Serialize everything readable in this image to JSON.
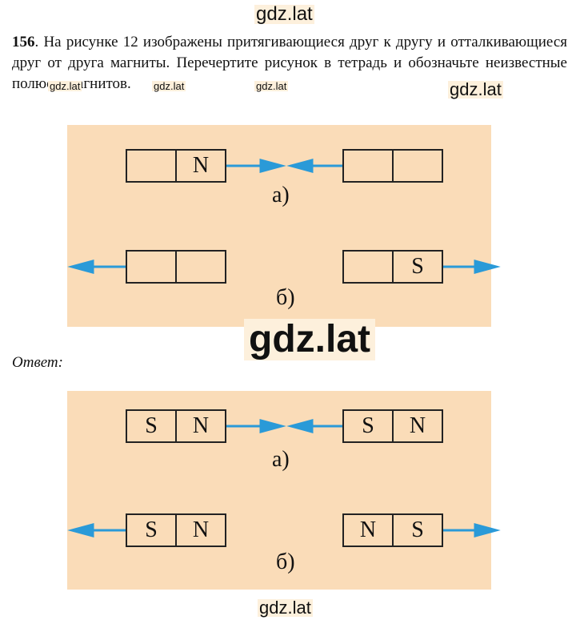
{
  "watermarks": {
    "top": "gdz.lat",
    "small1": "gdz.lat",
    "small2": "gdz.lat",
    "small3": "gdz.lat",
    "medium": "gdz.lat",
    "big": "gdz.lat",
    "bottom": "gdz.lat"
  },
  "task": {
    "number": "156",
    "text": ". На рисунке 12 изображены притягивающиеся друг к другу и отталкивающиеся друг от друга магниты. Перечертите рисунок в тетрадь и обозначьте неизвестные полюсы магнитов."
  },
  "figure_question": {
    "a": {
      "left_magnet": [
        "",
        "N"
      ],
      "right_magnet": [
        "",
        ""
      ],
      "caption": "а)"
    },
    "b": {
      "left_magnet": [
        "",
        ""
      ],
      "right_magnet": [
        "",
        "S"
      ],
      "caption": "б)"
    }
  },
  "answer_label": "Ответ:",
  "figure_answer": {
    "a": {
      "left_magnet": [
        "S",
        "N"
      ],
      "right_magnet": [
        "S",
        "N"
      ],
      "caption": "а)"
    },
    "b": {
      "left_magnet": [
        "S",
        "N"
      ],
      "right_magnet": [
        "N",
        "S"
      ],
      "caption": "б)"
    }
  },
  "colors": {
    "panel": "#fadcb8",
    "arrow": "#2a9ad8",
    "watermark_bg": "#fdf0dc"
  }
}
